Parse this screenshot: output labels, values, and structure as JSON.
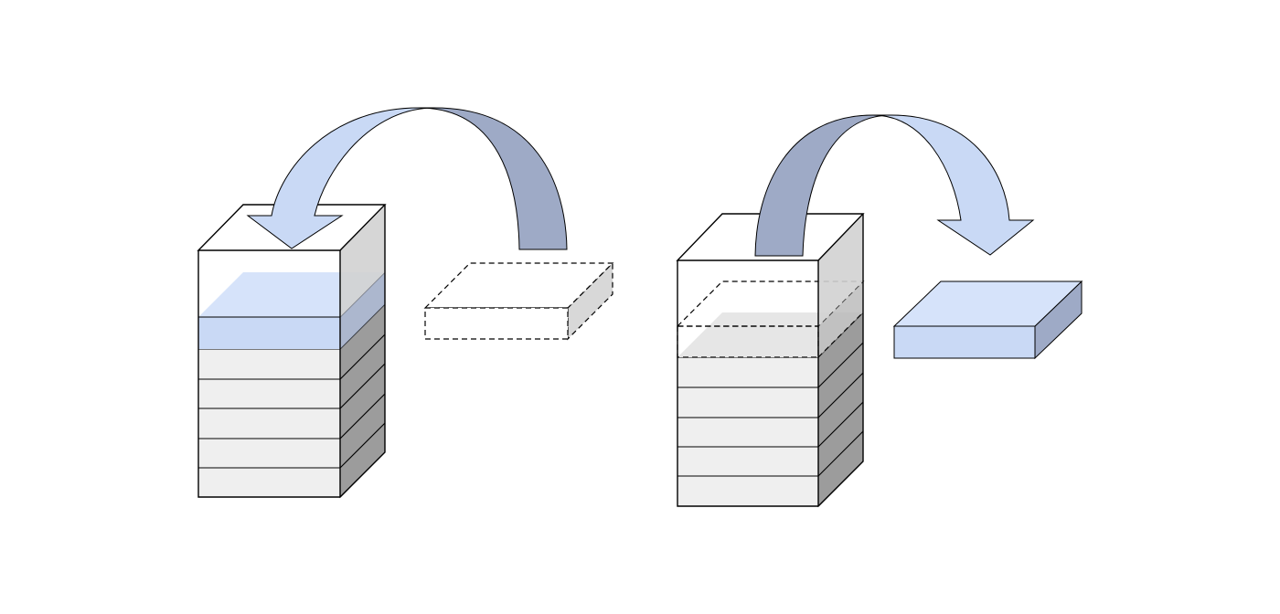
{
  "diagram": {
    "panels": [
      {
        "operation": "push",
        "stack_layers": 5,
        "incoming_layer": "highlighted",
        "source_block": "dashed-outline",
        "arrow_direction": "into-stack"
      },
      {
        "operation": "pop",
        "stack_layers": 5,
        "removed_layer": "dashed-outline",
        "destination_block": "highlighted",
        "arrow_direction": "out-of-stack"
      }
    ],
    "colors": {
      "highlight_front": "#c9d9f5",
      "highlight_top": "#d6e3fa",
      "highlight_side": "#9eaac6",
      "layer_front": "#efefef",
      "layer_side": "#9c9c9c",
      "stack_top": "#ffffff",
      "empty_side": "#d2d2d2",
      "arrow_light": "#c9d9f5",
      "arrow_dark": "#9eaac6",
      "outline": "#000000"
    }
  }
}
